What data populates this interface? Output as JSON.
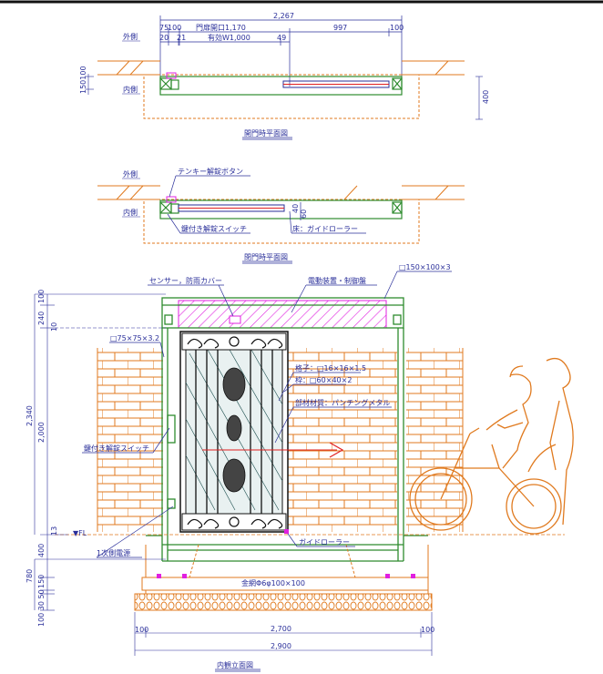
{
  "plan_open": {
    "title": "開門時平面図",
    "outside_label": "外側",
    "inside_label": "内側",
    "dim_total": "2,267",
    "dim_75": "75",
    "dim_100a": "100",
    "dim_opening": "門扉開口1,170",
    "dim_997": "997",
    "dim_100b": "100",
    "dim_20": "20",
    "dim_21": "21",
    "dim_effective": "有効W1,000",
    "dim_49": "49",
    "dim_left_vertical": "150100",
    "dim_right_vertical": "400"
  },
  "plan_closed": {
    "title": "閉門時平面図",
    "outside_label": "外側",
    "inside_label": "内側",
    "keypad_button": "テンキー解錠ボタン",
    "key_switch": "鍵付き解錠スイッチ",
    "floor_roller": "床：ガイドローラー",
    "dim_40": "40",
    "dim_60": "60"
  },
  "elevation": {
    "title": "内観立面図",
    "sensor_cover": "センサー，防雨カバー",
    "drive_unit": "電動装置・制御盤",
    "post_spec": "□150×100×3",
    "side_post_spec": "□75×75×3.2",
    "lattice": "格子：□16×16×1.5",
    "frame": "枠：□60×40×2",
    "panel_material": "部材材質：パンチングメタル",
    "key_switch": "鍵付き解錠スイッチ",
    "guide_roller": "ガイドローラー",
    "primary_power": "1次側電源",
    "anchor": "金網Φ6φ100×100",
    "fl": "▼FL",
    "dim_100_top": "100",
    "dim_240": "240",
    "dim_10": "10",
    "dim_2340": "2,340",
    "dim_2000": "2,000",
    "dim_13": "13",
    "dim_400": "400",
    "dim_780": "780",
    "dim_150": "150",
    "dim_100_30_50": "100 30 50",
    "dim_100_left": "100",
    "dim_2700": "2,700",
    "dim_100_right": "100",
    "dim_2900": "2,900"
  },
  "colors": {
    "green": "#2e8b2e",
    "annotation_blue": "#2a2f9a",
    "brick_orange": "#e07a1f",
    "magenta": "#e020e0",
    "red": "#e02020",
    "gray": "#8c8c8c"
  }
}
